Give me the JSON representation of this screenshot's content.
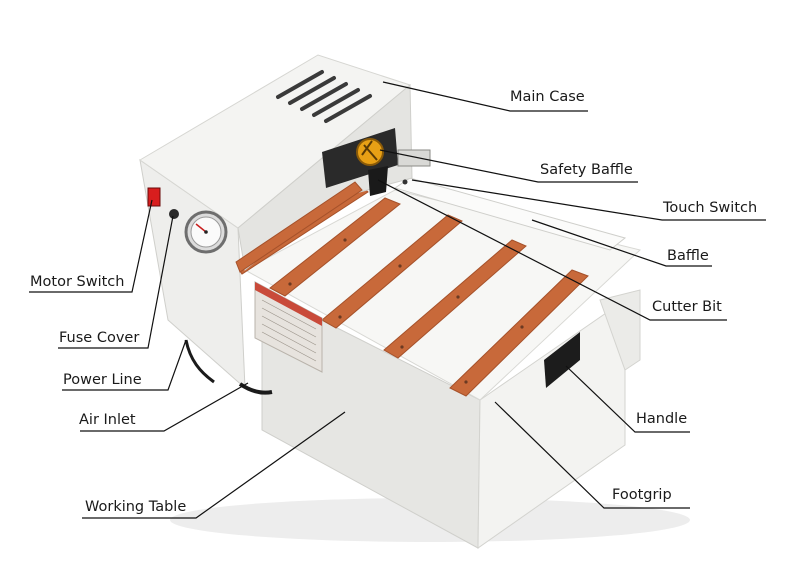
{
  "diagram": {
    "labels": {
      "main_case": "Main Case",
      "safety_baffle": "Safety Baffle",
      "touch_switch": "Touch Switch",
      "baffle": "Baffle",
      "cutter_bit": "Cutter Bit",
      "handle": "Handle",
      "footgrip": "Footgrip",
      "motor_switch": "Motor Switch",
      "fuse_cover": "Fuse Cover",
      "power_line": "Power Line",
      "air_inlet": "Air Inlet",
      "working_table": "Working Table"
    },
    "colors": {
      "case_light": "#f1f1ef",
      "case_mid": "#e2e2df",
      "case_shadow": "#c9c9c5",
      "copper_strip": "#c8693a",
      "switch_red": "#d81e1e",
      "baffle_orange": "#e8a015",
      "leader_line": "#111111"
    }
  }
}
